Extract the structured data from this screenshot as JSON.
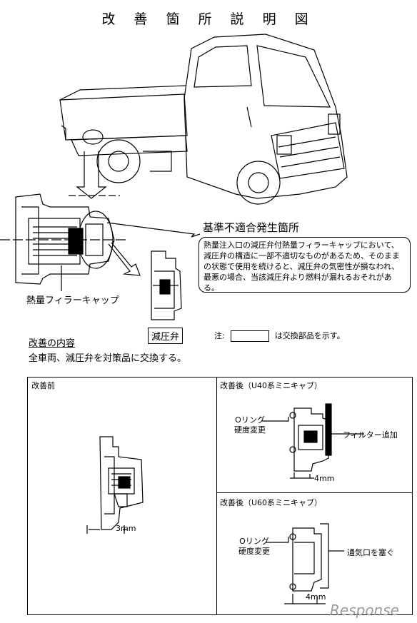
{
  "title": "改 善 箇 所 説 明 図",
  "defect_label": "基準不適合発生箇所",
  "notice_text": "熱量注入口の減圧弁付熱量フィラーキャップにおいて、減圧弁の構造に一部不適切なものがあるため、そのままの状態で使用を続けると、減圧弁の気密性が損なわれ、最悪の場合、当該減圧弁より燃料が漏れるおそれがある。",
  "filler_cap_label": "熱量フィラーキャップ",
  "valve_label": "減圧弁",
  "legend": {
    "prefix": "注:",
    "suffix": "は交換部品を示す。"
  },
  "improvement": {
    "heading": "改善の内容",
    "body": "全車両、減圧弁を対策品に交換する。"
  },
  "panels": {
    "before": {
      "title": "改善前",
      "dimension": "3mm"
    },
    "after_u40": {
      "title": "改善後（U40系ミニキャブ）",
      "oring_label_1": "Oリング",
      "oring_label_2": "硬度変更",
      "filter_label": "フィルター追加",
      "dimension": "4mm"
    },
    "after_u60": {
      "title": "改善後（U60系ミニキャブ）",
      "oring_label_1": "Oリング",
      "oring_label_2": "硬度変更",
      "vent_label": "通気口を塞ぐ",
      "dimension": "4mm"
    }
  },
  "watermark": "Response",
  "colors": {
    "ink": "#000000",
    "watermark": "#9a9a9a"
  }
}
